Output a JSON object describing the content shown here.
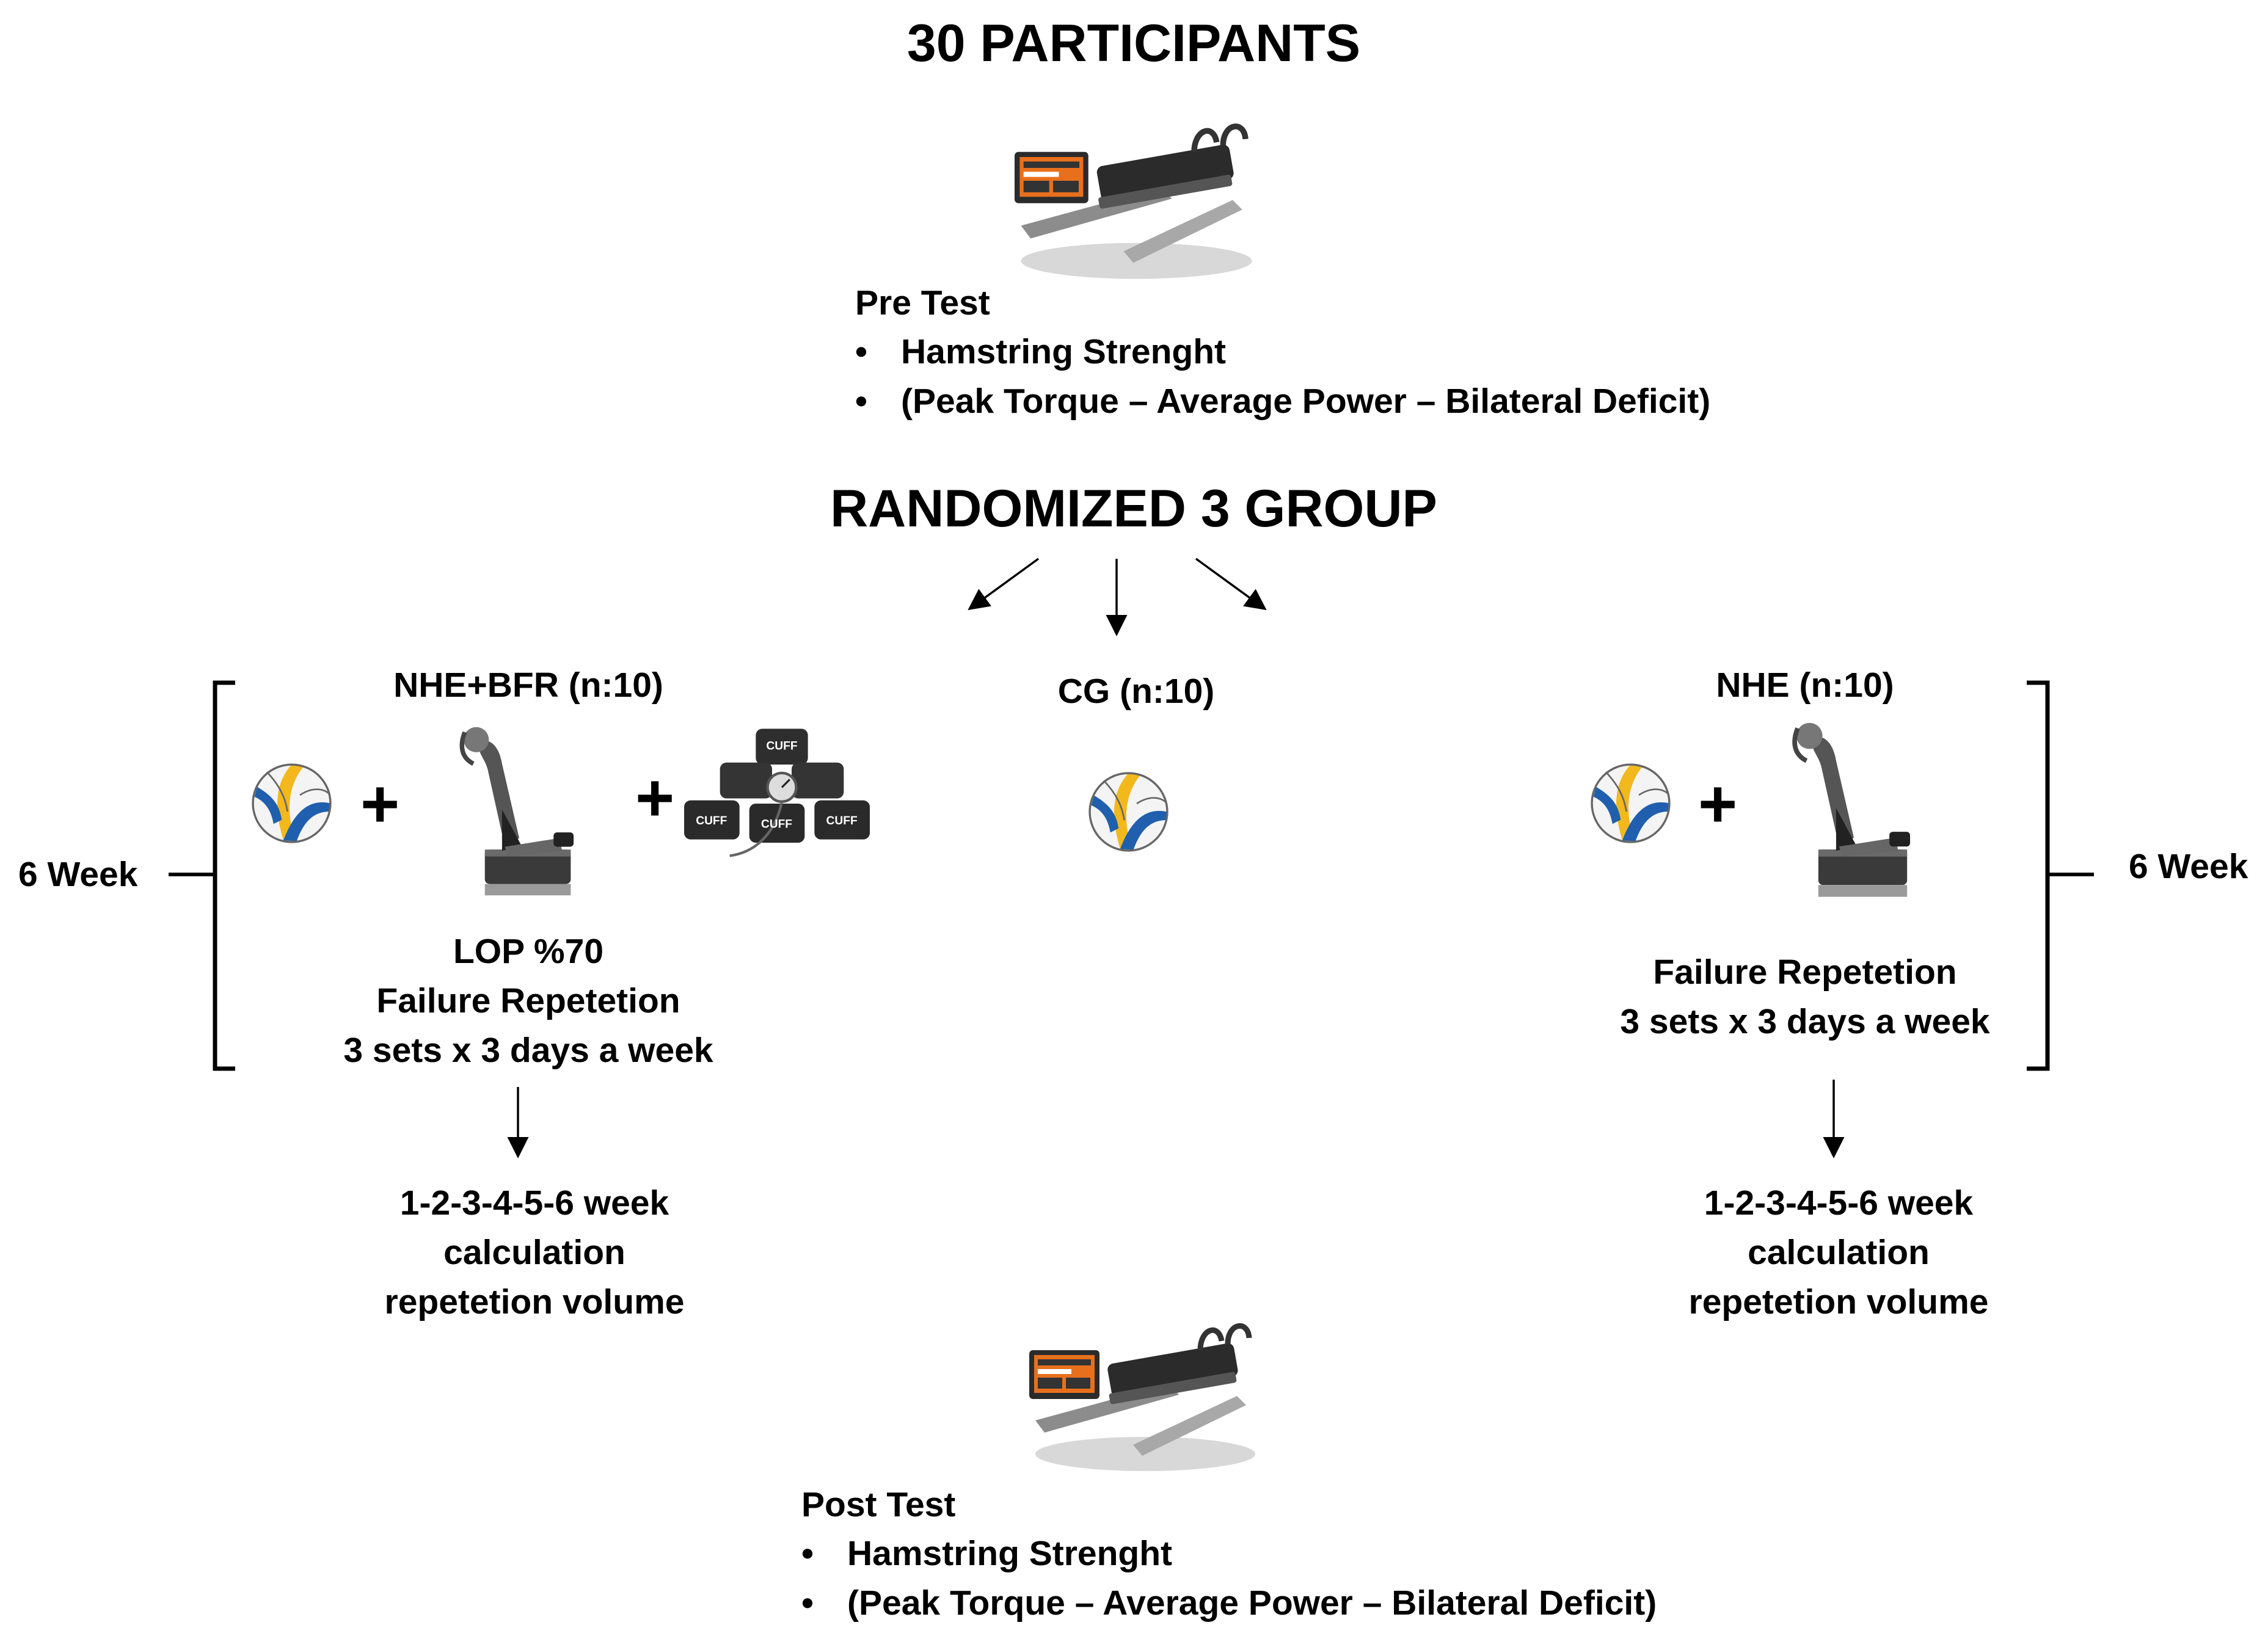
{
  "title": "30 PARTICIPANTS",
  "randomized": "RANDOMIZED 3 GROUP",
  "pre_test": {
    "heading": "Pre Test",
    "items": [
      "Hamstring Strenght",
      "(Peak Torque – Average Power – Bilateral Deficit)"
    ]
  },
  "post_test": {
    "heading": "Post Test",
    "items": [
      "Hamstring Strenght",
      "(Peak Torque – Average Power – Bilateral Deficit)"
    ]
  },
  "groups": {
    "bfr": {
      "label": "NHE+BFR (n:10)",
      "protocol": [
        "LOP %70",
        "Failure Repetetion",
        "3 sets x 3 days a week"
      ],
      "calc": [
        "1-2-3-4-5-6 week",
        "calculation",
        "repetetion volume"
      ],
      "duration": "6 Week",
      "plus": "+",
      "cuff_brand": "CUFF"
    },
    "cg": {
      "label": "CG (n:10)"
    },
    "nhe": {
      "label": "NHE (n:10)",
      "protocol": [
        "Failure Repetetion",
        "3 sets x 3 days a week"
      ],
      "calc": [
        "1-2-3-4-5-6 week",
        "calculation",
        "repetetion volume"
      ],
      "duration": "6 Week",
      "plus": "+"
    }
  },
  "icons": {
    "device": "nordic-hamstring-device-icon",
    "volleyball": "volleyball-icon",
    "athlete": "nordic-exercise-athlete-icon",
    "cuff": "bfr-cuff-set-icon"
  },
  "colors": {
    "text": "#000000",
    "ball_yellow": "#f2b81c",
    "ball_blue": "#1f5fae",
    "device_dark": "#2b2b2b",
    "screen_orange": "#e8701d"
  }
}
